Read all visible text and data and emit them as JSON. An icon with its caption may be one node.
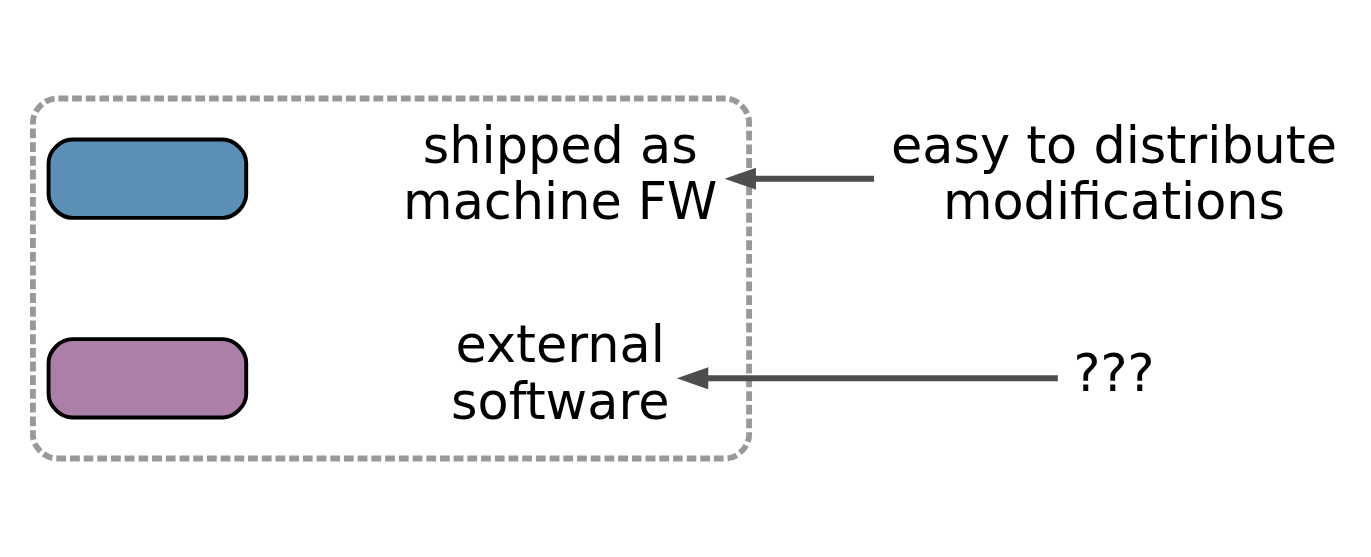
{
  "diagram": {
    "nodes": [
      {
        "text": [],
        "shape": "box"
      },
      {
        "text": [],
        "shape": "box",
        "in": 0
      },
      {
        "text": [
          "shipped as machine FW"
        ],
        "in": 0
      },
      {
        "text": [],
        "shape": "box",
        "in": 0
      },
      {
        "text": [
          "external software"
        ],
        "in": 0
      },
      {
        "text": [
          "easy to distribute modifications"
        ]
      },
      {
        "text": [
          "???"
        ]
      }
    ],
    "edges": [
      {
        "from": 5,
        "to": 2,
        "arrow": "to"
      },
      {
        "from": 6,
        "to": 4,
        "arrow": "to"
      }
    ]
  }
}
